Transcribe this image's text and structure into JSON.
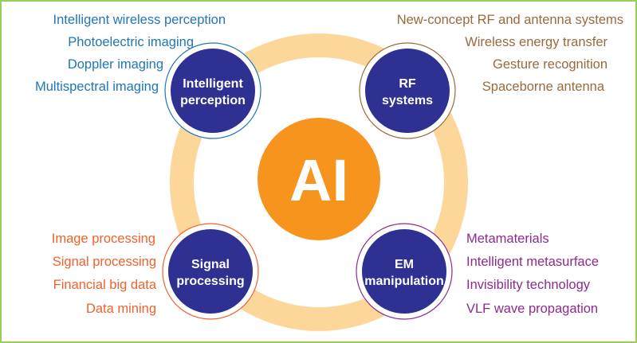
{
  "center": {
    "label": "AI",
    "color": "#f7941d"
  },
  "ring_color": "#fdd69a",
  "node_color": "#2e3192",
  "nodes": {
    "perception": {
      "line1": "Intelligent",
      "line2": "perception"
    },
    "rf": {
      "line1": "RF",
      "line2": "systems"
    },
    "signal": {
      "line1": "Signal",
      "line2": "processing"
    },
    "em": {
      "line1": "EM",
      "line2": "manipulation"
    }
  },
  "lists": {
    "perception": [
      "Intelligent wireless perception",
      "Photoelectric imaging",
      "Doppler imaging",
      "Multispectral imaging"
    ],
    "rf": [
      "New-concept RF and antenna systems",
      "Wireless energy transfer",
      "Gesture recognition",
      "Spaceborne antenna"
    ],
    "signal": [
      "Image processing",
      "Signal processing",
      "Financial big data",
      "Data mining"
    ],
    "em": [
      "Metamaterials",
      "Intelligent metasurface",
      "Invisibility technology",
      "VLF wave propagation"
    ]
  },
  "colors": {
    "perception": "#1f77b4",
    "rf": "#9a6a3c",
    "signal": "#f0612b",
    "em": "#8e2a8e",
    "border": "#9acd5a"
  }
}
